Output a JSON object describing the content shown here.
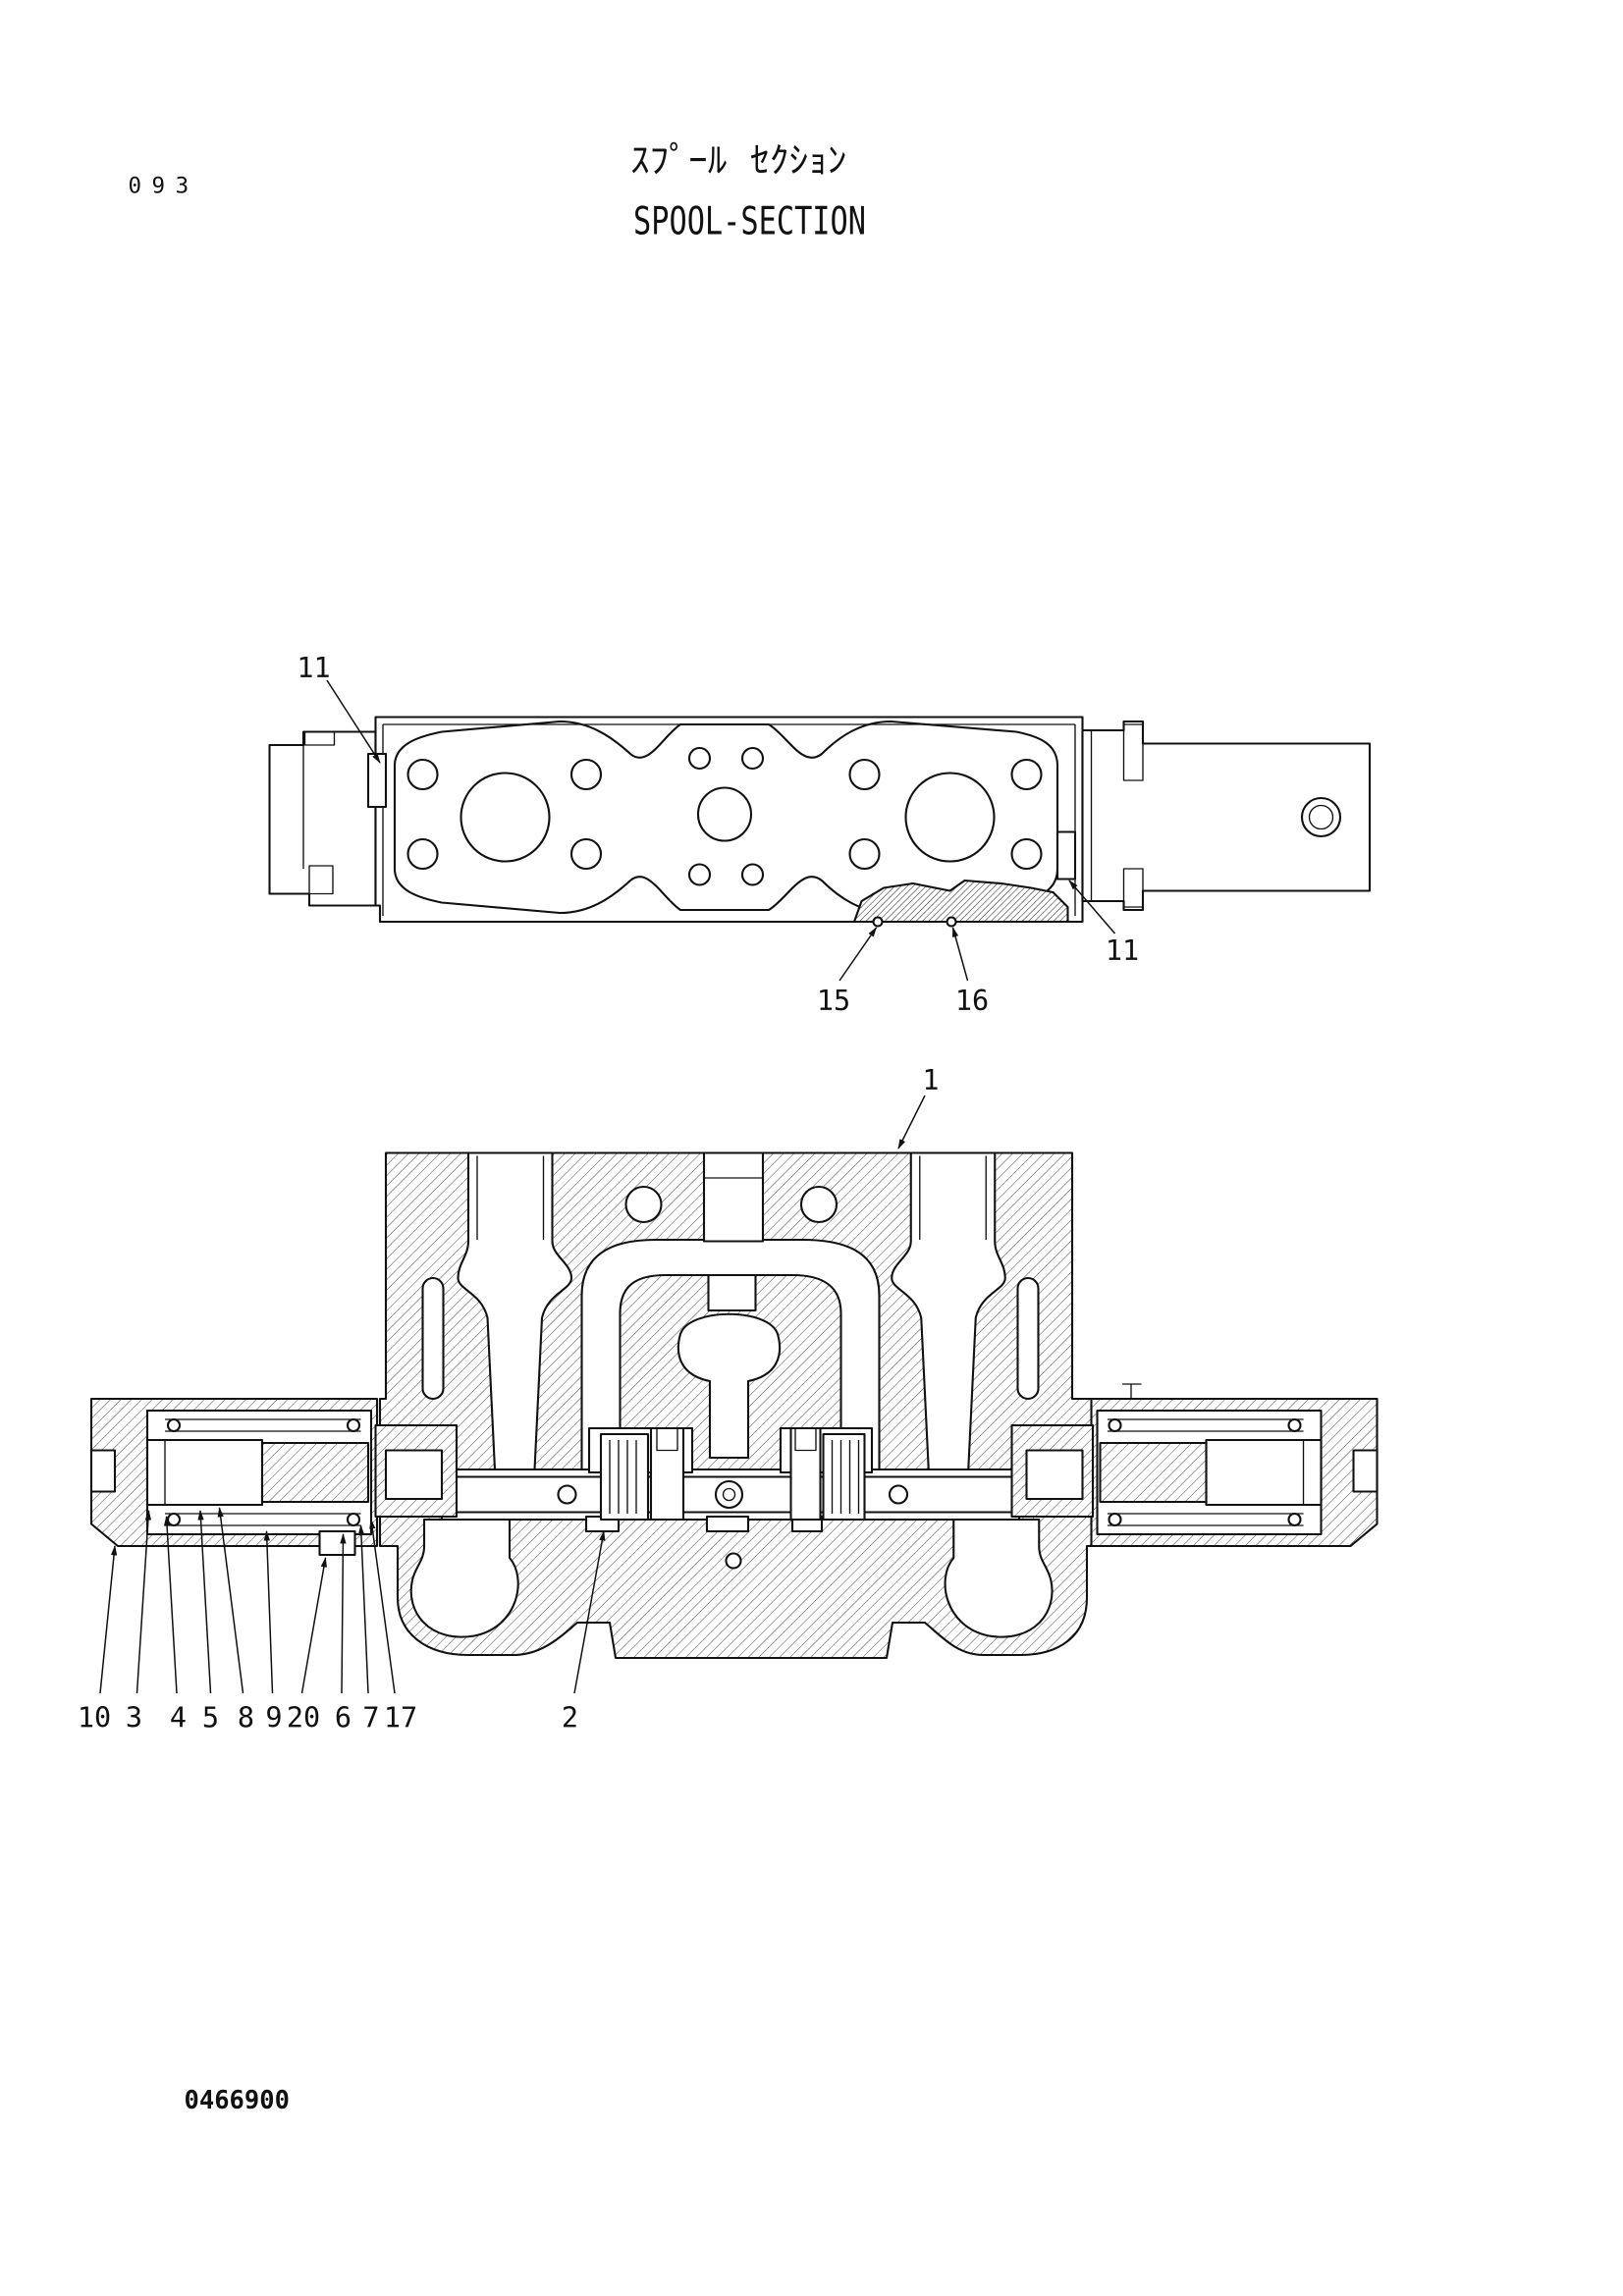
{
  "page_number": "093",
  "title_jp": "ｽﾌﾟｰﾙ ｾｸｼｮﾝ",
  "title_en": "SPOOL-SECTION",
  "top_view": {
    "callouts": [
      "11",
      "11",
      "15",
      "16"
    ]
  },
  "section_view": {
    "callouts": [
      "1",
      "10",
      "3",
      "4",
      "5",
      "8",
      "9",
      "20",
      "6",
      "7",
      "17",
      "2"
    ]
  },
  "drawing_number": "0466900"
}
